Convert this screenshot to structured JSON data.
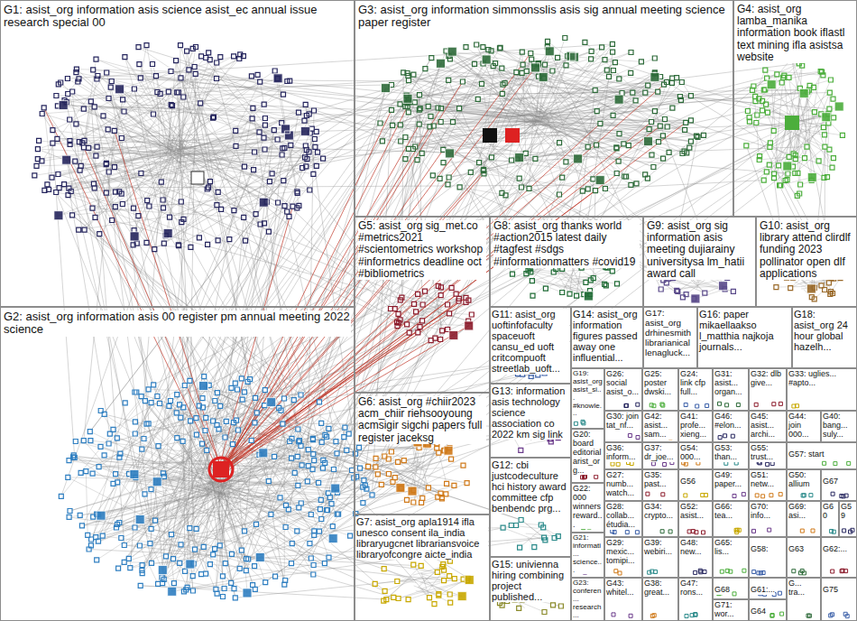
{
  "diagram": {
    "nodes": [
      {
        "text": [
          "G1: asist_org information asis science asist_ec annual issue research special 00"
        ]
      },
      {
        "text": [
          "G3: asist_org information simmonsslis asis sig annual meeting science paper register"
        ]
      },
      {
        "text": [
          "G4: asist_org lamba_manika information book iflastl text mining ifla asistsa website"
        ]
      },
      {
        "text": [
          "G5: asist_org sig_met.co #metrics2021 #scientometrics workshop #informetrics deadline oct #bibliometrics"
        ]
      },
      {
        "text": [
          "G8: asist_org thanks world #action2015 latest daily #tagfest #sdgs #informationmatters #covid19"
        ]
      },
      {
        "text": [
          "G9: asist_org sig information asis meeting dujiarainy universitysa lm_hatii award call"
        ]
      },
      {
        "text": [
          "G10: asist_org library attend clirdlf funding 2023 pollinator open dlf applications"
        ]
      },
      {
        "text": [
          "G2: asist_org information asis 00 register pm annual meeting 2022 science"
        ]
      },
      {
        "text": [
          "G6: asist_org #chiir2023 acm_chiir riehsooyoung acmsigir sigchi papers full register jaceksg"
        ]
      },
      {
        "text": [
          "G11: asist_org uoftinfofaculty spaceuoft cansu_ed uoft critcompuoft streetlab_uoft..."
        ]
      },
      {
        "text": [
          "G14: asist_org information figures passed away one influential..."
        ]
      },
      {
        "text": [
          "G17: asist_org drhinesmith librarianical lenagluck..."
        ]
      },
      {
        "text": [
          "G16: paper mikaellaakso l_matthia najkoja journals..."
        ]
      },
      {
        "text": [
          "G18: asist_org 24 hour global hazelh..."
        ]
      },
      {
        "text": [
          "G13: information asis technology science association co 2022 km sig link"
        ]
      },
      {
        "text": [
          "G19: asist_org asist_si... #knowle..."
        ]
      },
      {
        "text": [
          "G26: social asist_o..."
        ]
      },
      {
        "text": [
          "G25: poster dwski..."
        ]
      },
      {
        "text": [
          "G24: link cfp full..."
        ]
      },
      {
        "text": [
          "G31: asist... organ..."
        ]
      },
      {
        "text": [
          "G32: dlb give..."
        ]
      },
      {
        "text": [
          "G33: uglies... #apto..."
        ]
      },
      {
        "text": [
          "G30: join tat_nf..."
        ]
      },
      {
        "text": [
          "G42: asist... sam..."
        ]
      },
      {
        "text": [
          "G41: profe... xieng..."
        ]
      },
      {
        "text": [
          "G46: #elon..."
        ]
      },
      {
        "text": [
          "G45: asist... archi..."
        ]
      },
      {
        "text": [
          "G44: join 000..."
        ]
      },
      {
        "text": [
          "G40: bang... suly..."
        ]
      },
      {
        "text": [
          "G20: board editorial arist_org..."
        ]
      },
      {
        "text": [
          "G36: inform..."
        ]
      },
      {
        "text": [
          "G37: dr_joe..."
        ]
      },
      {
        "text": [
          "G54: 000..."
        ]
      },
      {
        "text": [
          "G53: than..."
        ]
      },
      {
        "text": [
          "G55: trust..."
        ]
      },
      {
        "text": [
          "G57: start"
        ]
      },
      {
        "text": [
          "G12: cbi justcodeculture hci history award committee cfp benbendc prg..."
        ]
      },
      {
        "text": [
          "G27: numb... watch..."
        ]
      },
      {
        "text": [
          "G35: past..."
        ]
      },
      {
        "text": [
          "G56"
        ]
      },
      {
        "text": [
          "G49: paper..."
        ]
      },
      {
        "text": [
          "G51: netw..."
        ]
      },
      {
        "text": [
          "G50: allium"
        ]
      },
      {
        "text": [
          "G67"
        ]
      },
      {
        "text": [
          "G22: 000 winners reward..."
        ]
      },
      {
        "text": [
          "G28: collab... étudia..."
        ]
      },
      {
        "text": [
          "G34: crypto..."
        ]
      },
      {
        "text": [
          "G52: asist..."
        ]
      },
      {
        "text": [
          "G66: tea..."
        ]
      },
      {
        "text": [
          "G70: info..."
        ]
      },
      {
        "text": [
          "G69: asi..."
        ]
      },
      {
        "text": [
          "G60"
        ]
      },
      {
        "text": [
          "G59"
        ]
      },
      {
        "text": [
          "G65: lis..."
        ]
      },
      {
        "text": [
          "G58:"
        ]
      },
      {
        "text": [
          "G63"
        ]
      },
      {
        "text": [
          "G62:..."
        ]
      },
      {
        "text": [
          "G7: asist_org apla1914 ifla unesco consent ila_india libraryugcnet librariansvoice libraryofcongre aicte_india"
        ]
      },
      {
        "text": [
          "G21: informati... science..."
        ]
      },
      {
        "text": [
          "G29: mexic... tomipi..."
        ]
      },
      {
        "text": [
          "G39: webiri..."
        ]
      },
      {
        "text": [
          "G48: new..."
        ]
      },
      {
        "text": [
          "G68"
        ]
      },
      {
        "text": [
          "G61:..."
        ]
      },
      {
        "text": [
          "G... tra..."
        ]
      },
      {
        "text": [
          "G15: univienna hiring combining project published..."
        ]
      },
      {
        "text": [
          "G23: conferen... research..."
        ]
      },
      {
        "text": [
          "G43: whitel..."
        ]
      },
      {
        "text": [
          "G38: great..."
        ]
      },
      {
        "text": [
          "G47: rons..."
        ]
      },
      {
        "text": [
          "G71: wor..."
        ]
      },
      {
        "text": [
          "G64"
        ]
      },
      {
        "text": [
          "G75"
        ]
      }
    ]
  }
}
